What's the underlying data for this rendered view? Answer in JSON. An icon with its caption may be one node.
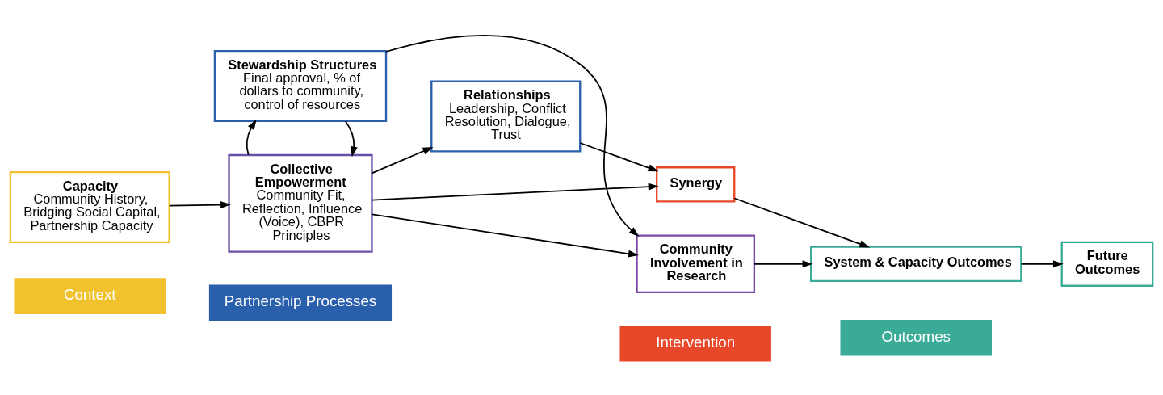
{
  "diagram": {
    "nodes": [
      {
        "text": [
          "Capacity",
          "Community History, Bridging Social Capital, Partnership Capacity"
        ]
      },
      {
        "text": [
          "Collective Empowerment",
          "Community Fit, Reflection, Influence (Voice), CBPR Principles"
        ]
      },
      {
        "text": [
          "Stewardship Structures",
          "Final approval, % of dollars to community, control of resources"
        ]
      },
      {
        "text": [
          "Relationships",
          "Leadership, Conflict Resolution, Dialogue, Trust"
        ]
      },
      {
        "text": [
          "Synergy"
        ]
      },
      {
        "text": [
          "Community Involvement in Research"
        ]
      },
      {
        "text": [
          "System & Capacity Outcomes"
        ]
      },
      {
        "text": [
          "Future Outcomes"
        ]
      }
    ],
    "edges": [
      {
        "from": 0,
        "to": 1,
        "arrow": "to"
      },
      {
        "from": 1,
        "to": 3,
        "arrow": "to"
      },
      {
        "from": 1,
        "to": 4,
        "arrow": "to"
      },
      {
        "from": 1,
        "to": 5,
        "arrow": "to"
      },
      {
        "from": 2,
        "to": 1,
        "arrow": "to"
      },
      {
        "from": 1,
        "to": 2,
        "arrow": "to"
      },
      {
        "from": 2,
        "to": 5,
        "arrow": "to"
      },
      {
        "from": 3,
        "to": 4,
        "arrow": "to"
      },
      {
        "from": 4,
        "to": 6,
        "arrow": "to"
      },
      {
        "from": 5,
        "to": 6,
        "arrow": "to"
      },
      {
        "from": 6,
        "to": 7,
        "arrow": "to"
      }
    ],
    "legend": [
      {
        "text": "Context",
        "color": "#f2c12e"
      },
      {
        "text": "Partnership Processes",
        "color": "#2a5fab"
      },
      {
        "text": "Intervention",
        "color": "#e8482a"
      },
      {
        "text": "Outcomes",
        "color": "#3aab96"
      }
    ]
  }
}
